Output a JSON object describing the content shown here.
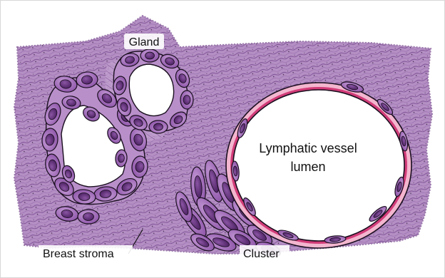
{
  "labels": {
    "gland": "Gland",
    "lumen_line1": "Lymphatic vessel",
    "lumen_line2": "lumen",
    "stroma": "Breast stroma",
    "cluster": "Cluster"
  },
  "colors": {
    "background": "#ffffff",
    "border": "#d8d8d8",
    "stroma": "#b48fc4",
    "stroma_dark": "#8a5fa0",
    "stroma_fiber": "#5a3a6a",
    "cell_fill": "#9a62b4",
    "cell_light": "#c49ad6",
    "nucleus": "#5e2f78",
    "vessel_wall": "#d23c78",
    "vessel_inner": "#f3b6cf",
    "outline": "#1a0f1f",
    "label_bg": "#ffffff"
  }
}
